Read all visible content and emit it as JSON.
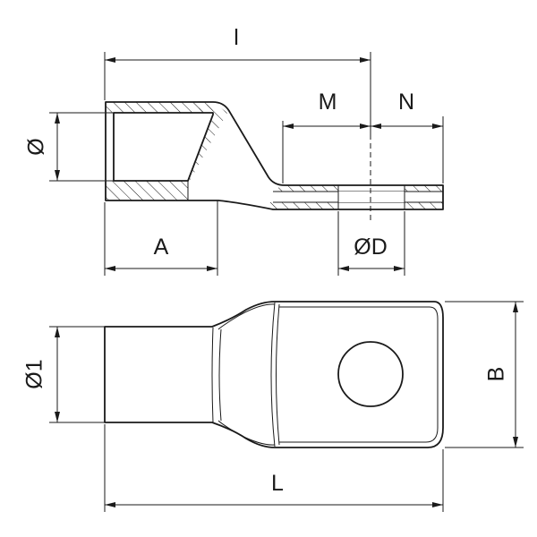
{
  "labels": {
    "overall_length_top": "l",
    "tongue_m": "M",
    "tongue_n": "N",
    "barrel_inner_diameter": "Ø",
    "barrel_length": "A",
    "hole_diameter": "ØD",
    "barrel_outer_diameter": "Ø1",
    "palm_width": "B",
    "overall_length_bottom": "L"
  },
  "colors": {
    "line": "#1a1a1a",
    "background": "#ffffff"
  }
}
